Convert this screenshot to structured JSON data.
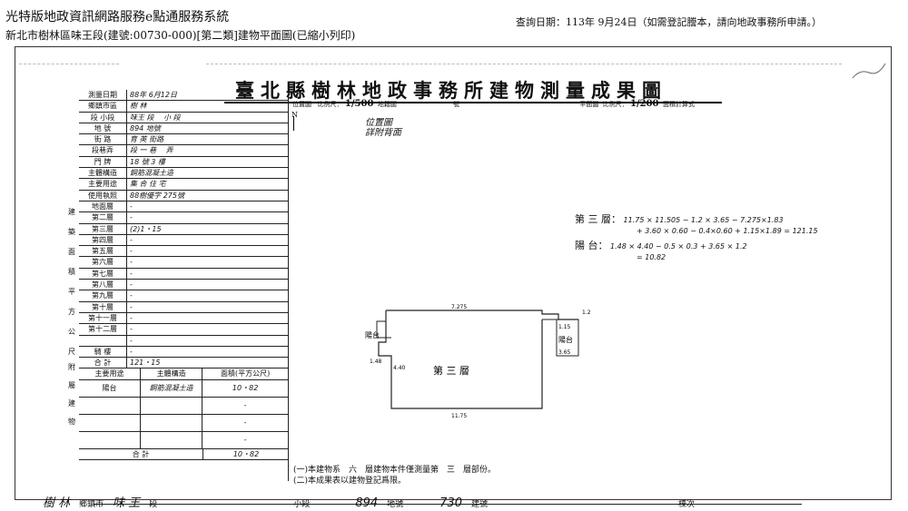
{
  "header": {
    "title": "光特版地政資訊網路服務e點通服務系統",
    "subtitle": "新北市樹林區味王段(建號:00730-000)[第二類]建物平面圖(已縮小列印)",
    "query_date": "查詢日期：113年 9月24日（如需登記謄本，請向地政事務所申請。）"
  },
  "map": {
    "title": "臺北縣樹林地政事務所建物測量成果圖",
    "location_strip": {
      "label": "位置圖",
      "scale_label": "比例尺：",
      "scale_value": "1/500",
      "land_map": "地籍圖",
      "number": "號",
      "plan_label": "平面圖",
      "plan_scale_label": "比例尺：",
      "plan_scale_value": "1/200",
      "area_method": "面積計算式"
    },
    "north": "N",
    "location_note_1": "位置圖",
    "location_note_2": "詳附背面"
  },
  "table": {
    "rows": [
      {
        "label": "測量日期",
        "value": "88年 6月12日"
      },
      {
        "label": "鄉鎮市區",
        "value": "樹 林"
      },
      {
        "label": "段 小段",
        "value": "味王 段　 小 段"
      },
      {
        "label": "地 號",
        "value": "894 地號"
      },
      {
        "label": "街 路",
        "value": "育 英 街路"
      },
      {
        "label": "段巷弄",
        "value": "段 一 巷　 弄"
      },
      {
        "label": "門 牌",
        "value": "18 號 3 樓"
      },
      {
        "label": "主體構造",
        "value": "鋼筋混凝土造"
      },
      {
        "label": "主要用途",
        "value": "集 合 住 宅"
      },
      {
        "label": "使用執照",
        "value": "88樹優字 275號"
      },
      {
        "label": "地面層",
        "value": "-"
      },
      {
        "label": "第二層",
        "value": "-"
      },
      {
        "label": "第三層",
        "value": "(2)1・15"
      },
      {
        "label": "第四層",
        "value": "-"
      },
      {
        "label": "第五層",
        "value": "-"
      },
      {
        "label": "第六層",
        "value": "-"
      },
      {
        "label": "第七層",
        "value": "-"
      },
      {
        "label": "第八層",
        "value": "-"
      },
      {
        "label": "第九層",
        "value": "-"
      },
      {
        "label": "第十層",
        "value": "-"
      },
      {
        "label": "第十一層",
        "value": "-"
      },
      {
        "label": "第十二層",
        "value": "-"
      },
      {
        "label": "",
        "value": "-"
      },
      {
        "label": "騎 樓",
        "value": "-"
      },
      {
        "label": "合 計",
        "value": "121・15"
      }
    ],
    "side_labels": [
      "建",
      "築",
      "面",
      "積",
      "平",
      "方",
      "公",
      "尺"
    ],
    "annex_header": {
      "use": "主要用途",
      "structure": "主體構造",
      "area": "面積(平方公尺)"
    },
    "annex_rows": [
      {
        "use": "陽台",
        "structure": "鋼筋混凝土造",
        "area": "10・82"
      },
      {
        "use": "",
        "structure": "",
        "area": "-"
      },
      {
        "use": "",
        "structure": "",
        "area": "-"
      },
      {
        "use": "",
        "structure": "",
        "area": "-"
      }
    ],
    "annex_total_label": "合 計",
    "annex_total_value": "10・82",
    "annex_side": [
      "附",
      "屬",
      "建",
      "物"
    ]
  },
  "calc": {
    "floor_label": "第 三 層：",
    "floor_line1": "11.75 × 11.505 − 1.2 × 3.65 − 7.275×1.83",
    "floor_line2": "+ 3.60 × 0.60 − 0.4×0.60 + 1.15×1.89 = 121.15",
    "balcony_label": "陽 台：",
    "balcony_line1": "1.48 × 4.40 − 0.5 × 0.3 + 3.65 × 1.2",
    "balcony_line2": "= 10.82"
  },
  "plan": {
    "floor_text": "第 三 層",
    "balcony_left": "陽台",
    "balcony_right": "陽台",
    "dims": {
      "top": "7.275",
      "bottom": "11.75",
      "left": "4.40",
      "small1": "1.48",
      "right_small": "1.15",
      "right_side": "3.65",
      "right_top": "1.2"
    }
  },
  "notes": {
    "note1": "(一)本建物系　六　層建物本件僅測量第　三　層部份。",
    "note2": "(二)本成果表以建物登記爲限。"
  },
  "bottom": {
    "district": "樹 林",
    "district_suffix": "鄉鎮市",
    "section": "味 王",
    "section_suffix": "段",
    "subsection_suffix": "小段",
    "lot": "894",
    "lot_suffix": "地號",
    "build_no": "730",
    "build_suffix": "建號",
    "ban": "棟次"
  }
}
